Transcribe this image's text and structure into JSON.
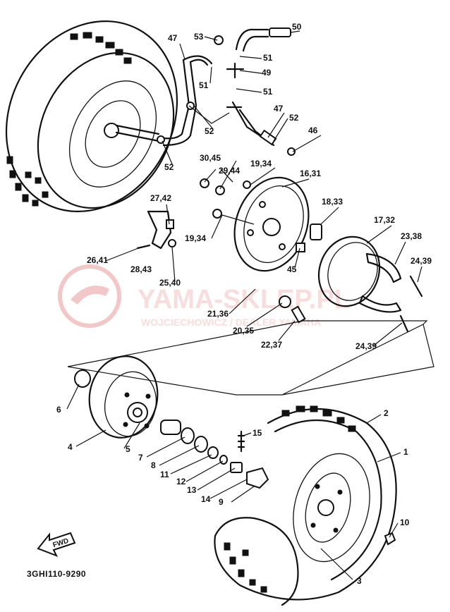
{
  "watermark": {
    "brand": "YAMA-SKLEP.PL",
    "subline": "WOJCIECHOWICZ / DEALER YAMAHA",
    "color": "#e89a9a"
  },
  "drawing_ref": "3GHI110-9290",
  "direction_arrow": {
    "label": "FWD",
    "icon": "arrow-left-icon"
  },
  "callouts": [
    "1",
    "2",
    "3",
    "4",
    "5",
    "6",
    "7",
    "8",
    "9",
    "10",
    "11",
    "12",
    "13",
    "14",
    "15",
    "16,31",
    "17,32",
    "18,33",
    "19,34",
    "19,34",
    "20,35",
    "21,36",
    "22,37",
    "23,38",
    "24,39",
    "24,39",
    "25,40",
    "26,41",
    "27,42",
    "28,43",
    "29,44",
    "30,45",
    "45",
    "46",
    "47",
    "47",
    "49",
    "50",
    "51",
    "51",
    "51",
    "52",
    "52",
    "52",
    "53"
  ]
}
